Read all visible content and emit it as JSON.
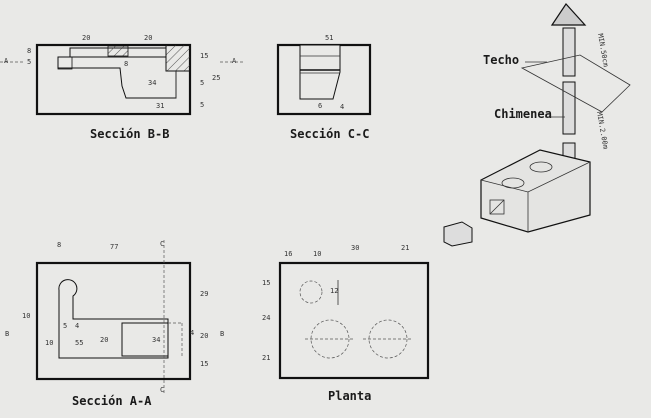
{
  "labels": {
    "section_bb": "Sección B-B",
    "section_cc": "Sección C-C",
    "section_aa": "Sección A-A",
    "plan": "Planta",
    "roof": "Techo",
    "chimney": "Chimenea",
    "min_above_roof": "MIN.50cm",
    "min_height": "MIN.2.00m"
  },
  "dimensions": {
    "bb": {
      "top_left": "20",
      "top_right": "20",
      "left_a": "8",
      "left_b": "5",
      "right_a": "15",
      "right_b": "25",
      "right_c": "5",
      "right_d": "5",
      "center": "34",
      "bottom": "31",
      "inner": "8",
      "cut_left": "A",
      "cut_right": "A"
    },
    "cc": {
      "top": "51",
      "bottom_a": "6",
      "bottom_b": "4"
    },
    "aa": {
      "top_small": "8",
      "top": "77",
      "cut_top": "C",
      "cut_bottom": "C",
      "left_a": "10",
      "left_b": "55",
      "inner_a": "5",
      "inner_b": "4",
      "mid": "20",
      "oven": "34",
      "right_a": "29",
      "right_b": "20",
      "right_c": "4",
      "right_d": "15",
      "cut_left": "B",
      "cut_right": "B",
      "side": "10"
    },
    "plan": {
      "top_a": "16",
      "top_b": "10",
      "top_c": "30",
      "top_d": "21",
      "left_a": "15",
      "left_b": "24",
      "left_c": "21",
      "hole": "12"
    }
  }
}
